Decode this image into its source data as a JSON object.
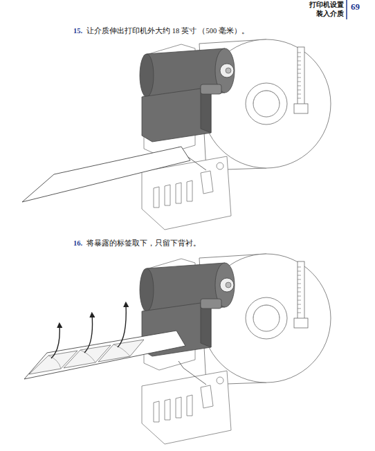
{
  "diagram": {
    "labels": [
      "打印机设置",
      "装入介质",
      "69",
      "15.",
      "让介质伸出打印机外大约 18 英寸 （500 毫米）。",
      "16.",
      "将暴露的标签取下，只留下背衬。"
    ]
  }
}
